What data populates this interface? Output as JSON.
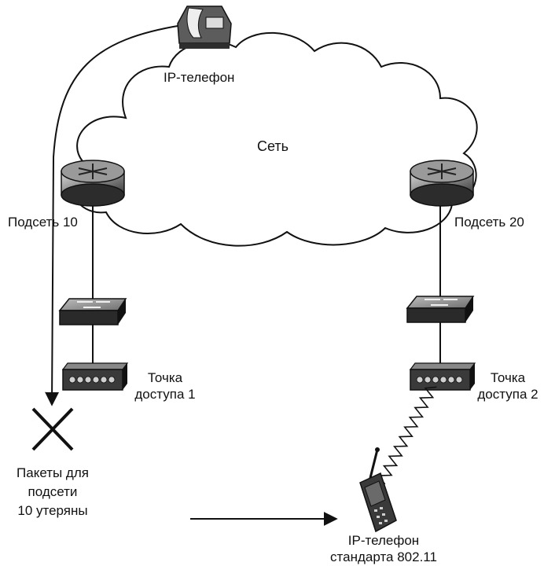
{
  "labels": {
    "ip_phone_top": "IP-телефон",
    "network": "Сеть",
    "subnet_left": "Подсеть 10",
    "subnet_right": "Подсеть 20",
    "ap1_line1": "Точка",
    "ap1_line2": "доступа 1",
    "ap2_line1": "Точка",
    "ap2_line2": "доступа 2",
    "lost_line1": "Пакеты для",
    "lost_line2": "подсети",
    "lost_line3": "10 утеряны",
    "wifi_phone_line1": "IP-телефон",
    "wifi_phone_line2": "стандарта 802.11"
  }
}
